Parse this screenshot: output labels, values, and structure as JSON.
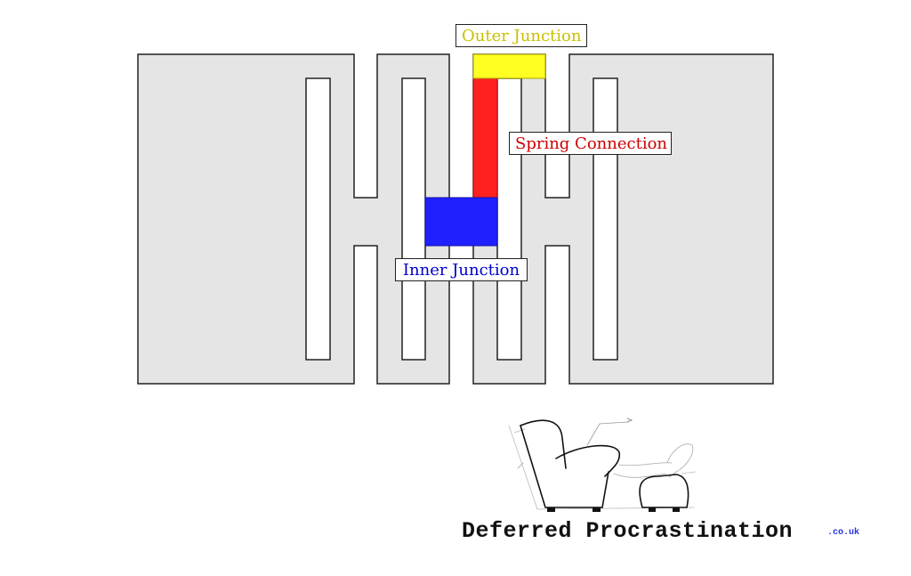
{
  "diagram": {
    "type": "interdigitated comb structure",
    "colors": {
      "body_fill": "#e5e5e5",
      "stroke": "#222222",
      "outer_junction": "#ffff22",
      "spring_connection": "#ff2020",
      "inner_junction": "#2020ff"
    },
    "labels": {
      "outer_junction": {
        "text": "Outer Junction",
        "color": "#c8c000"
      },
      "spring_connection": {
        "text": "Spring Connection",
        "color": "#cc0000"
      },
      "inner_junction": {
        "text": "Inner Junction",
        "color": "#0000cc"
      }
    }
  },
  "logo": {
    "icon": "armchair-ottoman-sketch-icon",
    "name": "Deferred Procrastination",
    "suffix": ".co.uk"
  }
}
